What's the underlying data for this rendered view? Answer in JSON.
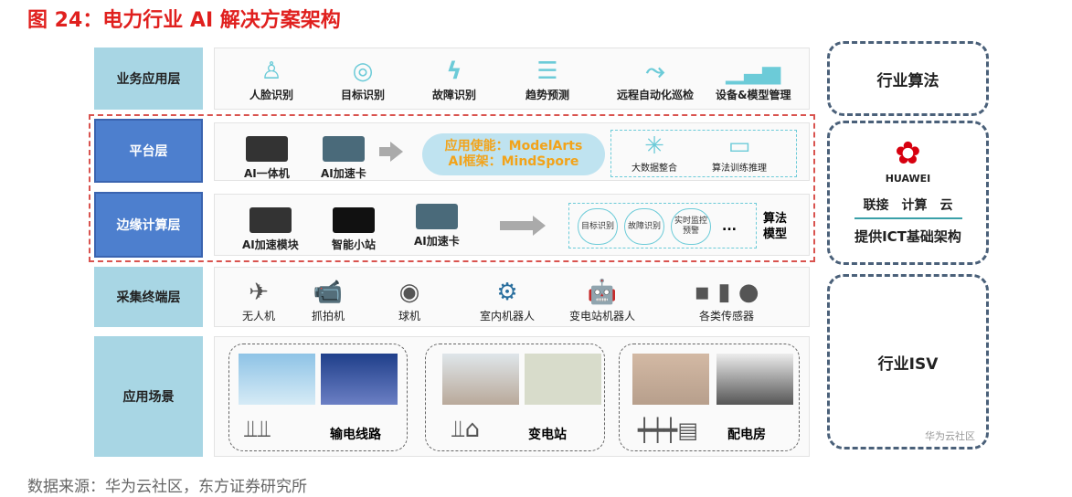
{
  "title": "图 24：电力行业 AI 解决方案架构",
  "source": "数据来源：华为云社区，东方证券研究所",
  "layers": [
    "业务应用层",
    "平台层",
    "边缘计算层",
    "采集终端层",
    "应用场景"
  ],
  "business_items": [
    "人脸识别",
    "目标识别",
    "故障识别",
    "趋势预测",
    "远程自动化巡检",
    "设备&模型管理"
  ],
  "platform": {
    "devices": [
      "AI一体机",
      "AI加速卡"
    ],
    "cloud_line1": "应用使能：ModelArts",
    "cloud_line2": "AI框架：MindSpore",
    "services": [
      "大数据整合",
      "算法训练推理"
    ]
  },
  "edge": {
    "devices": [
      "AI加速模块",
      "智能小站",
      "AI加速卡"
    ],
    "models": [
      "目标识别",
      "故障识别",
      "实时监控预警"
    ],
    "ellipsis": "...",
    "models_label": "算法模型"
  },
  "terminals": [
    "无人机",
    "抓拍机",
    "球机",
    "室内机器人",
    "变电站机器人",
    "各类传感器"
  ],
  "scenes": [
    "输电线路",
    "变电站",
    "配电房"
  ],
  "right": {
    "algo": "行业算法",
    "brand": "HUAWEI",
    "ict_items": [
      "联接",
      "计算",
      "云"
    ],
    "ict": "提供ICT基础架构",
    "isv": "行业ISV",
    "watermark": "华为云社区"
  }
}
